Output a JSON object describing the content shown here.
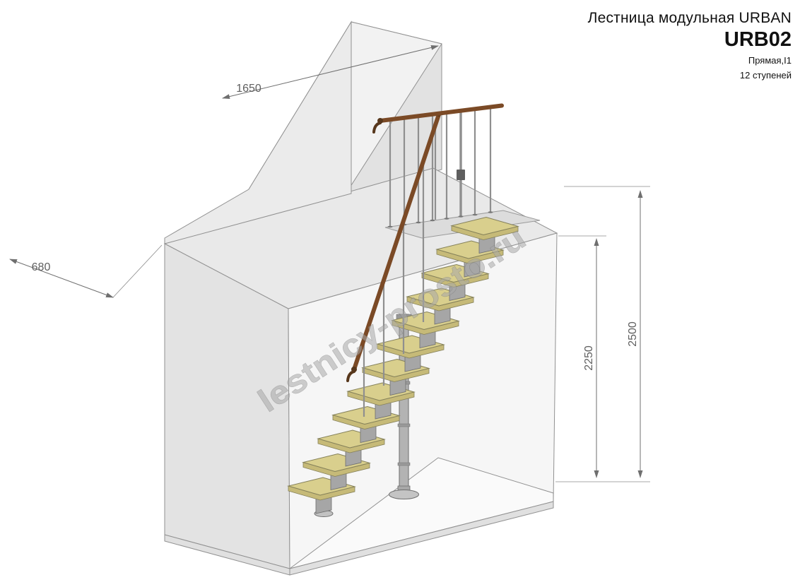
{
  "header": {
    "brand_line": "Лестница модульная URBAN",
    "model": "URB02",
    "type_line": "Прямая,I1",
    "steps_line": "12 ступеней"
  },
  "dimensions": {
    "top_width": "1650",
    "side_depth": "680",
    "inner_height": "2250",
    "total_height": "2500"
  },
  "watermark": {
    "text": "lestnicy-prosto.ru"
  },
  "drawing": {
    "steps_count": 12,
    "colors": {
      "step_wood": "#d9cf8d",
      "step_wood_edge": "#c6ba78",
      "handrail_wood": "#7b4a26",
      "metal": "#a6a6a6",
      "structure_fill": "#ececec",
      "outline": "#919191",
      "dimension": "#6f6f6f"
    }
  }
}
